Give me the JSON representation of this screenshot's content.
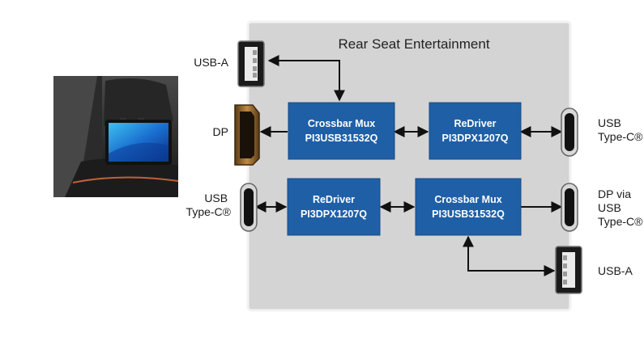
{
  "diagram": {
    "title": "Rear Seat Entertainment",
    "colors": {
      "panel": "#d4d4d4",
      "panel_border": "#f4f4f4",
      "block": "#1f5fa6",
      "block_border": "#174a82",
      "arrow": "#111111"
    },
    "blocks": {
      "top_mux": {
        "name": "Crossbar Mux",
        "part": "PI3USB31532Q"
      },
      "top_redriver": {
        "name": "ReDriver",
        "part": "PI3DPX1207Q"
      },
      "bottom_redriver": {
        "name": "ReDriver",
        "part": "PI3DPX1207Q"
      },
      "bottom_mux": {
        "name": "Crossbar Mux",
        "part": "PI3USB31532Q"
      }
    },
    "ports": {
      "usb_a_top": "USB-A",
      "dp": "DP",
      "usb_c_right_top": [
        "USB",
        "Type-C®"
      ],
      "usb_c_left": [
        "USB",
        "Type-C®"
      ],
      "dp_via_usb_c": [
        "DP via",
        "USB",
        "Type-C®"
      ],
      "usb_a_bottom": "USB-A"
    },
    "icons": {
      "photo": "car-rear-seat-screen-photo",
      "usb_a": "usb-a-connector-icon",
      "dp": "displayport-connector-icon",
      "usb_c": "usb-c-connector-icon"
    }
  }
}
